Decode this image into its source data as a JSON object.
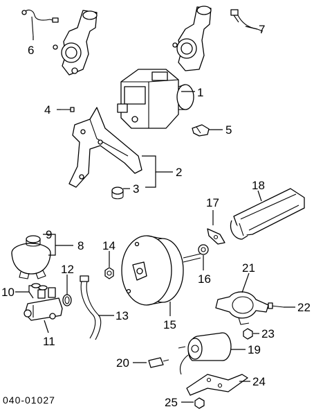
{
  "diagram": {
    "reference_code": "040-01027",
    "callouts": [
      "1",
      "2",
      "3",
      "4",
      "5",
      "6",
      "7",
      "8",
      "9",
      "10",
      "11",
      "12",
      "13",
      "14",
      "15",
      "16",
      "17",
      "18",
      "19",
      "20",
      "21",
      "22",
      "23",
      "24",
      "25"
    ]
  }
}
